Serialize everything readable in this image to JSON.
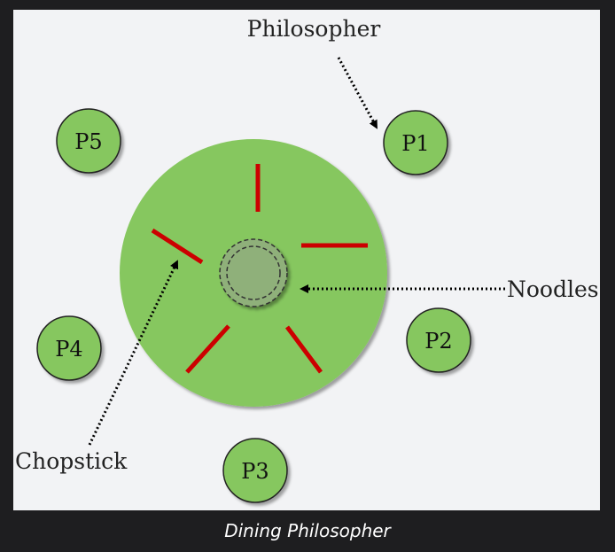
{
  "diagram": {
    "labels": {
      "philosopher": "Philosopher",
      "noodles": "Noodles",
      "chopstick": "Chopstick"
    },
    "philosophers": [
      "P1",
      "P2",
      "P3",
      "P4",
      "P5"
    ],
    "colors": {
      "table": "#86c75f",
      "philosopher_fill": "#86c75f",
      "chopstick": "#cc0000",
      "noodles": "#8fb07a",
      "background": "#f2f3f5"
    }
  },
  "caption": "Dining Philosopher"
}
